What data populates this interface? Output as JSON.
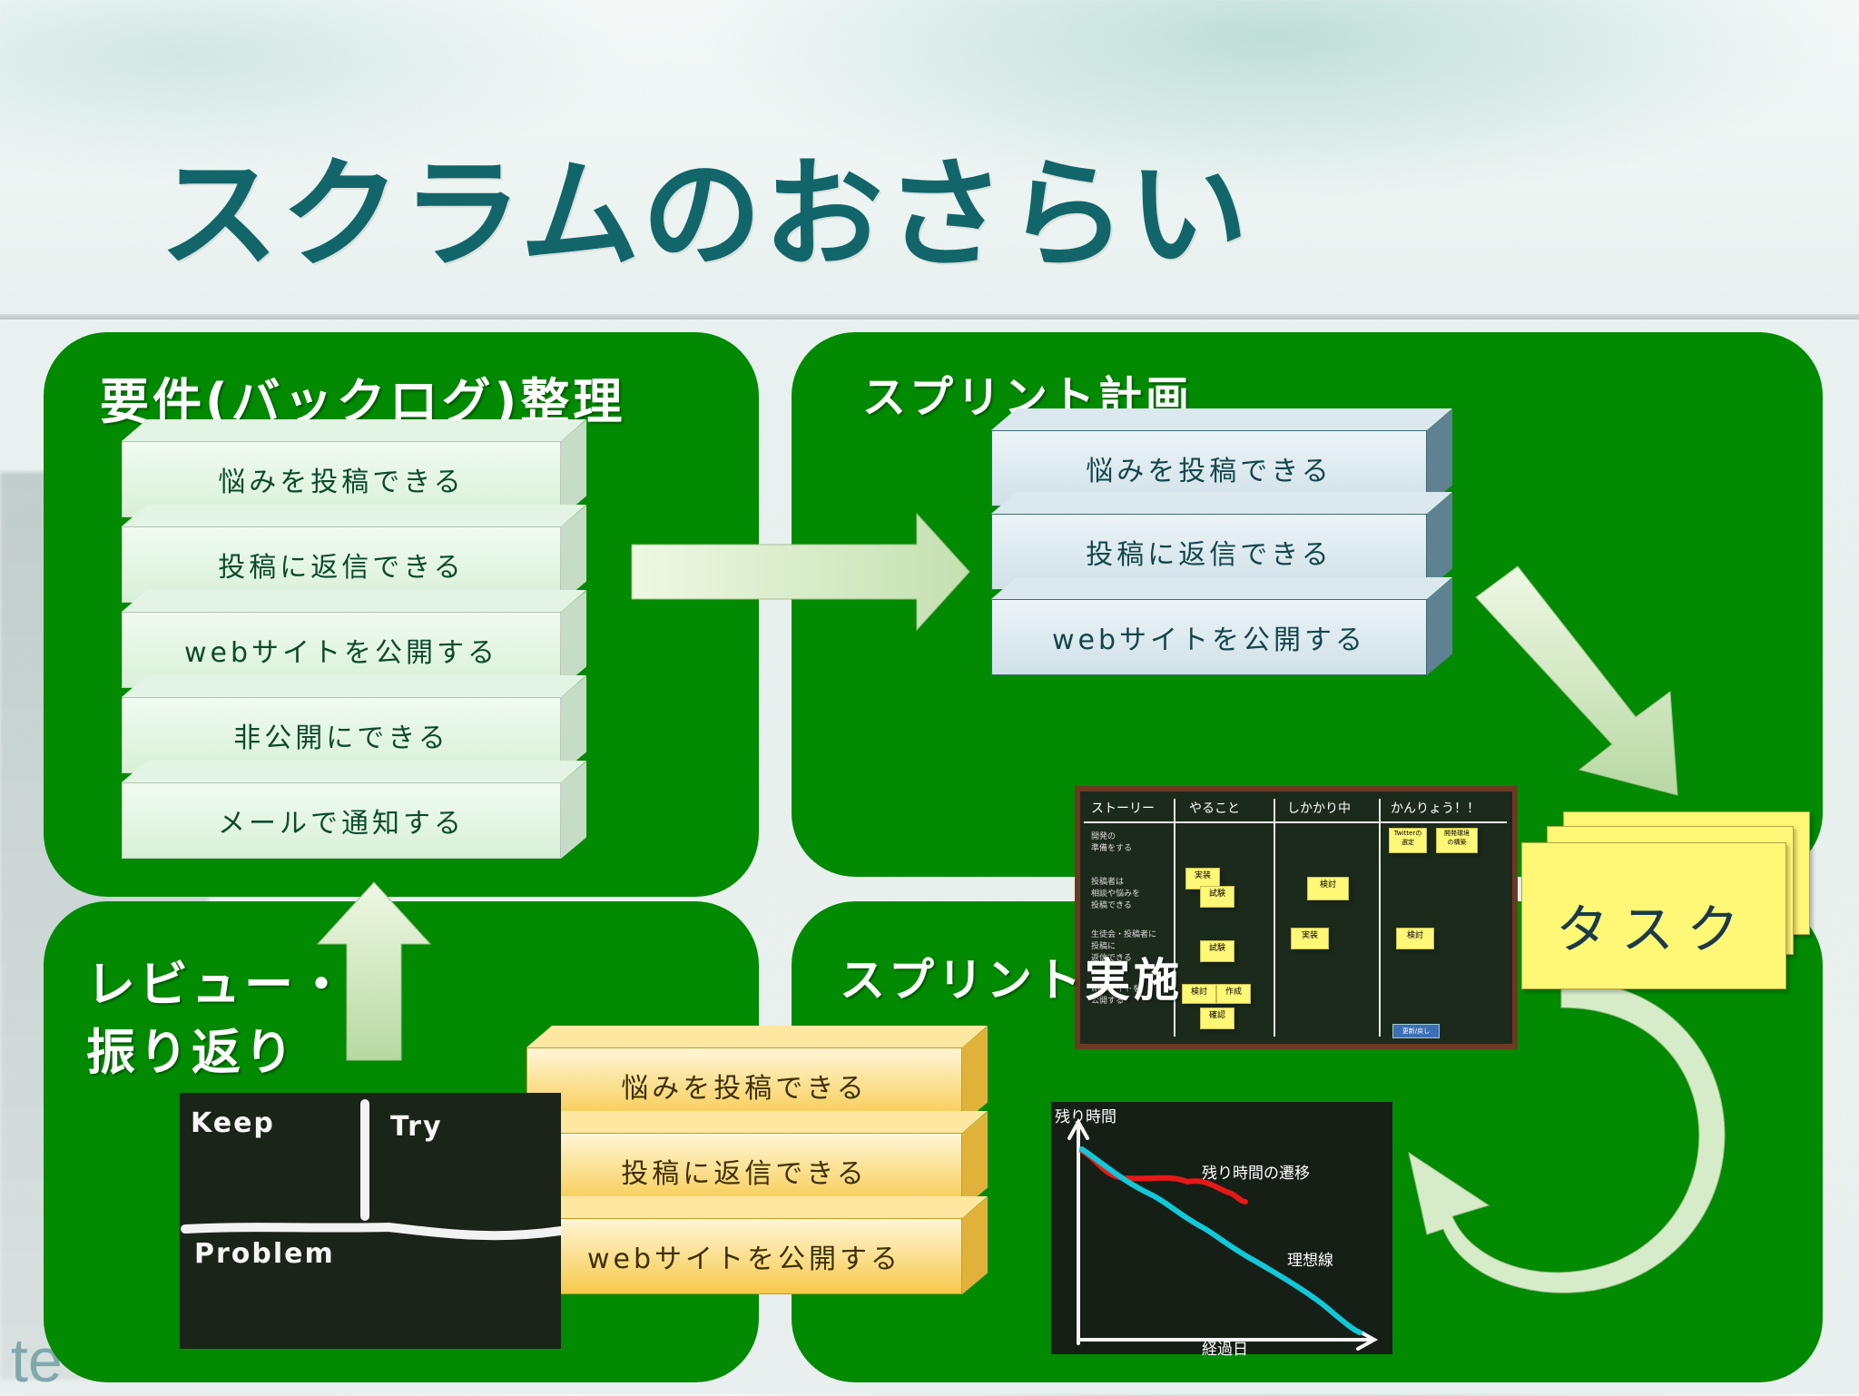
{
  "slide": {
    "title": "スクラムのおさらい",
    "footer_mark": "te"
  },
  "backlog": {
    "label": "要件(バックログ)整理",
    "items": [
      "悩みを投稿できる",
      "投稿に返信できる",
      "webサイトを公開する",
      "非公開にできる",
      "メールで通知する"
    ]
  },
  "sprint_plan": {
    "label": "スプリント計画",
    "items": [
      "悩みを投稿できる",
      "投稿に返信できる",
      "webサイトを公開する"
    ]
  },
  "sprint_exec": {
    "label": "スプリント実施",
    "board": {
      "columns": [
        "ストーリー",
        "やること",
        "しかかり中",
        "かんりょう！！"
      ],
      "rows": [
        "開発の\n準備をする",
        "投稿者は\n相談や悩みを\n投稿できる",
        "生徒会・投稿者に\n投稿に\n返信できる",
        "webサイトを\n公開する"
      ],
      "notes": [
        "実装",
        "試験",
        "検討",
        "実装",
        "検討",
        "試験",
        "検討",
        "作成",
        "確認",
        "Twitterの\n選定",
        "開発環境\nの構築"
      ],
      "button": "更新/戻し"
    },
    "burndown": {
      "ylabel": "残り時間",
      "xlabel": "経過日",
      "actual_label": "残り時間の遷移",
      "ideal_label": "理想線"
    }
  },
  "tasks": {
    "label": "タスク"
  },
  "review": {
    "label_line1": "レビュー・",
    "label_line2": "振り返り",
    "kpt": {
      "keep": "Keep",
      "try": "Try",
      "problem": "Problem"
    },
    "items": [
      "悩みを投稿できる",
      "投稿に返信できる",
      "webサイトを公開する"
    ]
  },
  "colors": {
    "title": "#12666a",
    "quadrant_green": "#028a03",
    "arrow_fill": "#d6ecc8"
  }
}
